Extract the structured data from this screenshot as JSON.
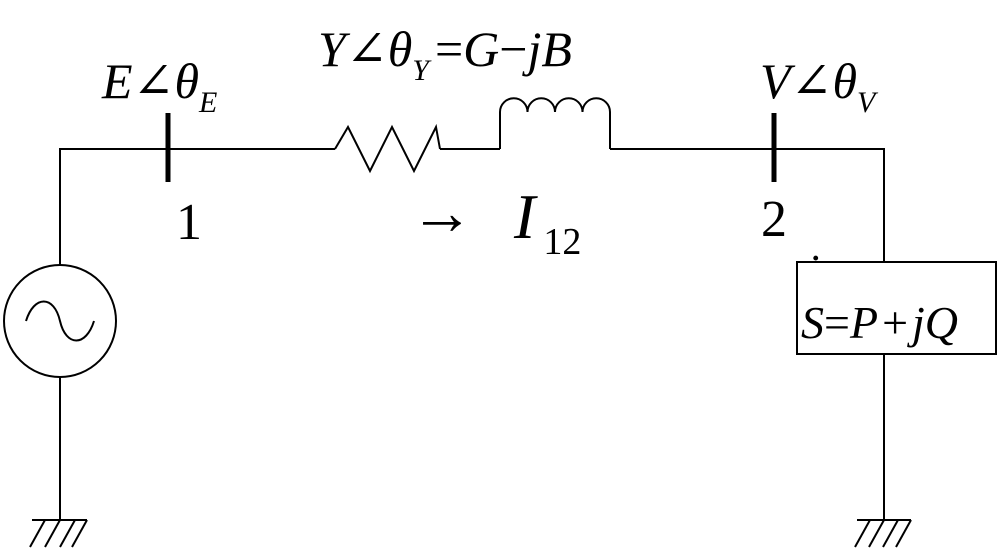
{
  "source_bus": {
    "magnitude": "E",
    "angle_symbol": "∠",
    "angle": "θ",
    "angle_subscript": "E",
    "number": "1"
  },
  "line_admittance": {
    "symbol": "Y",
    "angle_symbol": "∠",
    "angle": "θ",
    "angle_subscript": "Y",
    "equals": "=",
    "conductance": "G",
    "minus": "−",
    "j": "j",
    "susceptance": "B"
  },
  "current": {
    "arrow": "→",
    "symbol": "I",
    "subscript": "12"
  },
  "load_bus": {
    "magnitude": "V",
    "angle_symbol": "∠",
    "angle": "θ",
    "angle_subscript": "V",
    "number": "2"
  },
  "load": {
    "symbol": "S",
    "dot": "˙",
    "equals": "=",
    "real": "P",
    "plus": "+",
    "j": "j",
    "reactive": "Q"
  }
}
